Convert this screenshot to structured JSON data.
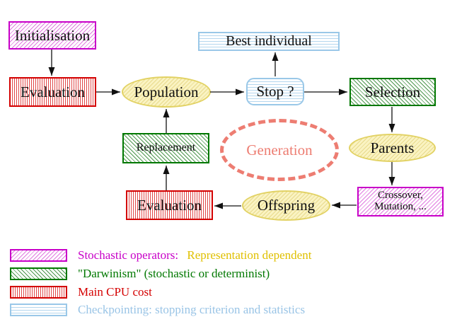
{
  "diagram": {
    "nodes": {
      "initialisation": {
        "label": "Initialisation"
      },
      "evaluation_top": {
        "label": "Evaluation"
      },
      "population": {
        "label": "Population"
      },
      "stop": {
        "label": "Stop ?"
      },
      "best_individual": {
        "label": "Best individual"
      },
      "selection": {
        "label": "Selection"
      },
      "parents": {
        "label": "Parents"
      },
      "crossover_mutation": {
        "label_line1": "Crossover,",
        "label_line2": "Mutation, ..."
      },
      "offspring": {
        "label": "Offspring"
      },
      "evaluation_bottom": {
        "label": "Evaluation"
      },
      "replacement": {
        "label": "Replacement"
      },
      "generation": {
        "label": "Generation"
      }
    },
    "legend": {
      "items": [
        {
          "swatch": "magenta-hatch",
          "text_primary": "Stochastic operators:",
          "text_secondary": "Representation dependent"
        },
        {
          "swatch": "green-hatch",
          "text_primary": "\"Darwinism\" (stochastic or determinist)"
        },
        {
          "swatch": "red-vertical-stripes",
          "text_primary": "Main CPU cost"
        },
        {
          "swatch": "cyan-horizontal-stripes",
          "text_primary": "Checkpointing: stopping criterion and statistics"
        }
      ]
    },
    "colors": {
      "magenta": "#c800c8",
      "green": "#007800",
      "red": "#d40000",
      "light_blue": "#99c4e6",
      "yellow_border": "#e2d264",
      "yellow_fill": "#faf3c2",
      "gold_text": "#e0c000",
      "salmon": "#ed7d72",
      "arrow_black": "#111111",
      "background": "#ffffff"
    }
  }
}
